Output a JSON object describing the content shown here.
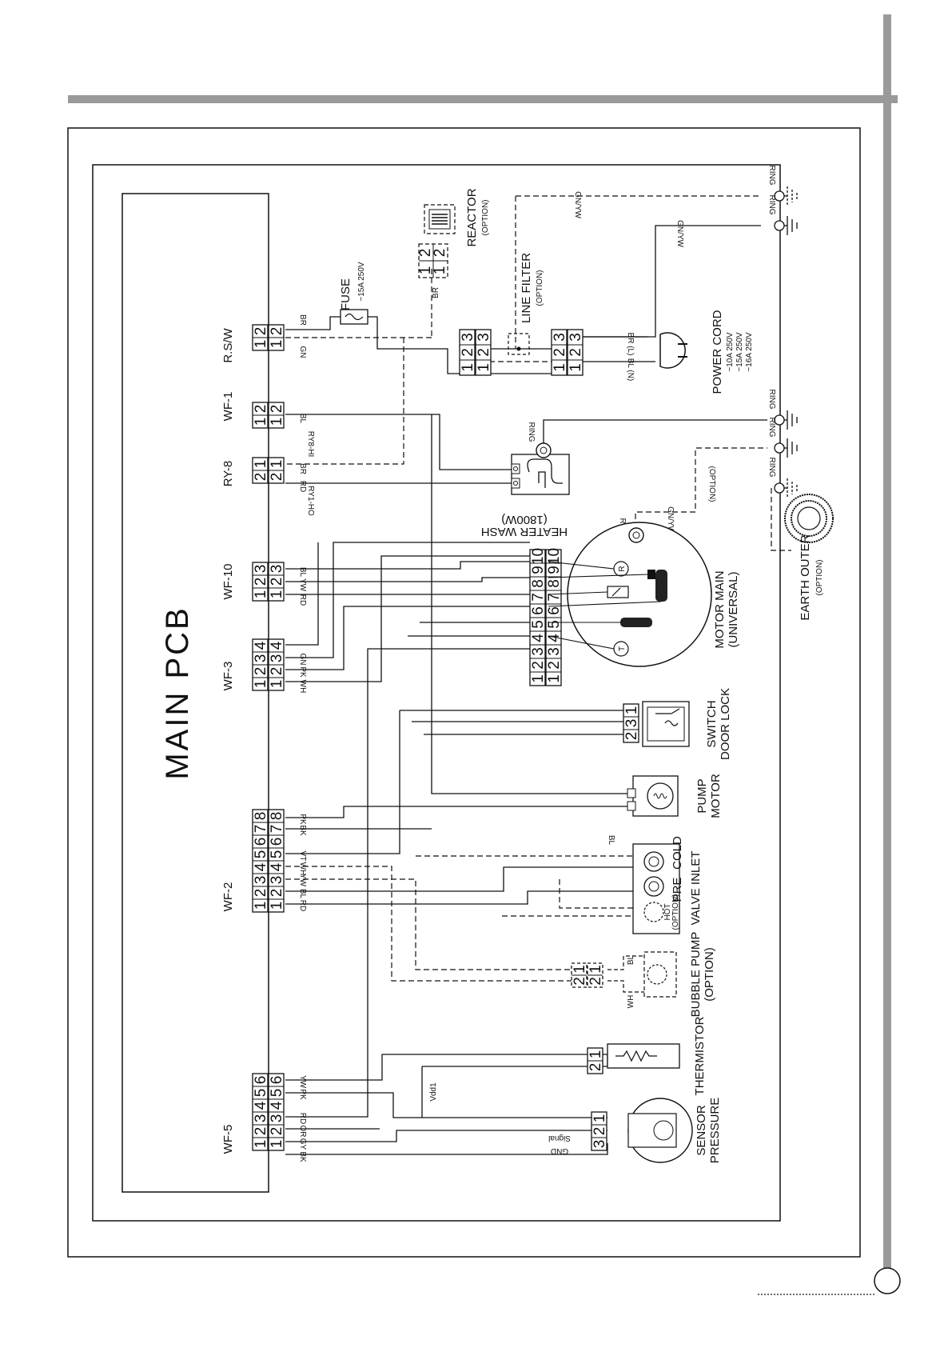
{
  "main_pcb": {
    "title": "MAIN PCB"
  },
  "connectors": {
    "rsw": {
      "name": "R.S/W",
      "pins": [
        "1",
        "2"
      ],
      "wires": [
        "BR",
        "GN"
      ]
    },
    "wf1": {
      "name": "WF-1",
      "pins": [
        "1",
        "2"
      ],
      "wires": [
        "BL"
      ]
    },
    "ry8": {
      "name": "RY-8",
      "pins": [
        "1",
        "2"
      ],
      "wires": [
        "BR",
        "RD"
      ],
      "label_top": "RY8-HI",
      "label_bottom": "RY1-HO"
    },
    "wf10": {
      "name": "WF-10",
      "pins": [
        "1",
        "2",
        "3"
      ],
      "wires": [
        "BL",
        "YW",
        "RD"
      ]
    },
    "wf3": {
      "name": "WF-3",
      "pins": [
        "1",
        "2",
        "3",
        "4"
      ],
      "wires": [
        "GN",
        "PK",
        "WH"
      ]
    },
    "wf2": {
      "name": "WF-2",
      "pins": [
        "1",
        "2",
        "3",
        "4",
        "5",
        "6",
        "7",
        "8"
      ],
      "wires": [
        "RD",
        "BL",
        "YW",
        "WH",
        "VT",
        "BK",
        "PK"
      ]
    },
    "wf5": {
      "name": "WF-5",
      "pins": [
        "1",
        "2",
        "3",
        "4",
        "5",
        "6"
      ],
      "wires": [
        "BK",
        "GY",
        "OR",
        "RD",
        "PK",
        "YW"
      ]
    }
  },
  "components": {
    "fuse": {
      "name": "FUSE",
      "rating": "~15A 250V"
    },
    "reactor": {
      "name": "REACTOR",
      "option": "(OPTION)",
      "pins": [
        "2",
        "2",
        "1",
        "1"
      ],
      "wire": "BR"
    },
    "line_filter": {
      "name": "LINE FILTER",
      "option": "(OPTION)",
      "pins": [
        "3",
        "2",
        "1"
      ]
    },
    "power_cord": {
      "name": "POWER CORD",
      "ratings": [
        "~10A 250V",
        "~15A 250V",
        "~16A 250V"
      ],
      "wires": [
        "BR (L)",
        "BL (N)"
      ]
    },
    "heater": {
      "name": "HEATER WASH",
      "power": "(1800W)"
    },
    "motor": {
      "name": "MOTOR MAIN",
      "type": "(UNIVERSAL)",
      "pins": [
        "1",
        "2",
        "3",
        "4",
        "5",
        "6",
        "7",
        "8",
        "9",
        "10"
      ],
      "symbol_r": "R",
      "symbol_t": "T"
    },
    "door_lock": {
      "line1": "SWITCH",
      "line2": "DOOR LOCK",
      "pins": [
        "1",
        "3",
        "2"
      ]
    },
    "pump_motor": {
      "line1": "PUMP",
      "line2": "MOTOR"
    },
    "valve_inlet": {
      "name": "VALVE INLET",
      "pre": "PRE",
      "cold": "COLD",
      "hot": "HOT",
      "hot_option": "(OPTION)",
      "wire": "BL"
    },
    "bubble_pump": {
      "name": "BUBBLE PUMP",
      "option": "(OPTION)",
      "pins": [
        "1",
        "2"
      ],
      "wires": [
        "BL",
        "WH"
      ]
    },
    "thermistor": {
      "name": "THERMISTOR",
      "pins": [
        "1",
        "2"
      ]
    },
    "sensor": {
      "line1": "SENSOR",
      "line2": "PRESSURE",
      "pins": [
        "1",
        "2",
        "3"
      ],
      "signals": [
        "GND",
        "Signal",
        "Vdd1"
      ]
    },
    "earth_outer": {
      "name": "EARTH OUTER",
      "option": "(OPTION)"
    }
  },
  "grounds": {
    "ring": "RING",
    "gnyw": "GN/YW",
    "option": "(OPTION)"
  }
}
